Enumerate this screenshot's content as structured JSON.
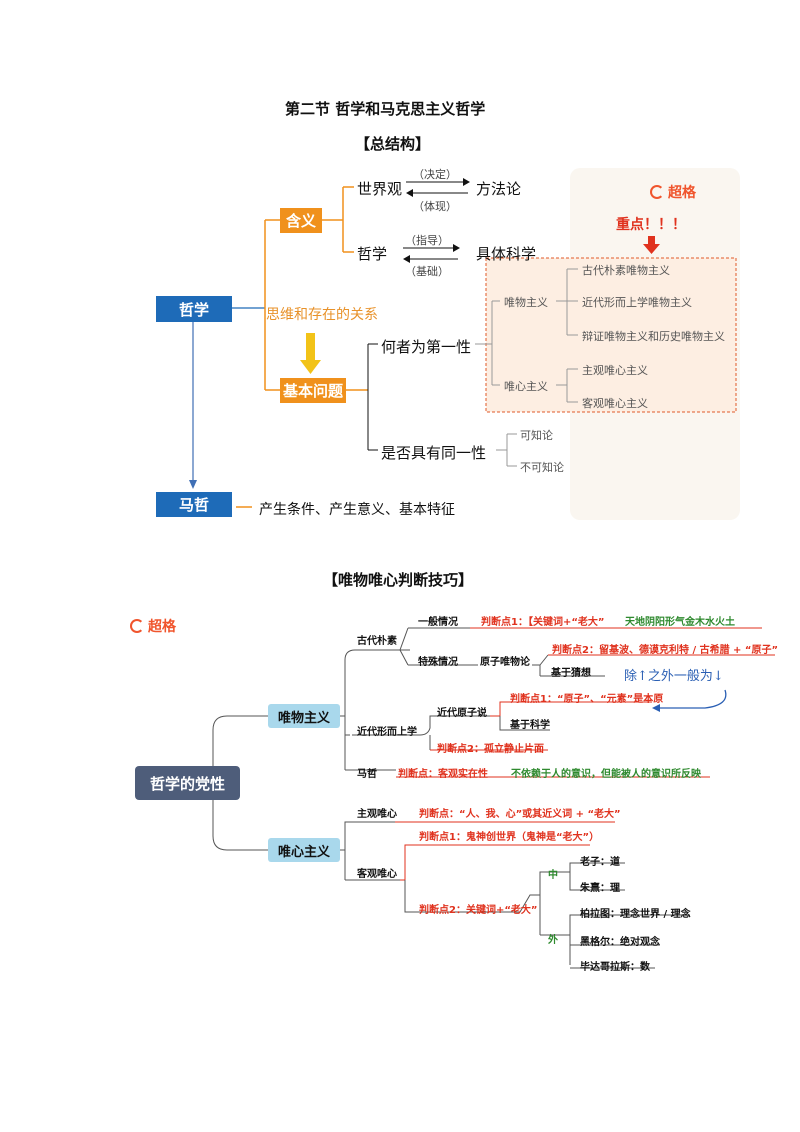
{
  "section1": {
    "title": "第二节  哲学和马克思主义哲学",
    "subtitle": "【总结构】",
    "logo": "超格",
    "root": "哲学",
    "meaning": "含义",
    "worldview": "世界观",
    "decide": "（决定）",
    "embody": "（体现）",
    "methodology": "方法论",
    "philosophy": "哲学",
    "guide": "（指导）",
    "basis": "（基础）",
    "concrete_science": "具体科学",
    "key_note": "重点！！！",
    "relation_note": "思维和存在的关系",
    "basic_question": "基本问题",
    "q1": "何者为第一性",
    "materialism": "唯物主义",
    "mat_items": [
      "古代朴素唯物主义",
      "近代形而上学唯物主义",
      "辩证唯物主义和历史唯物主义"
    ],
    "idealism": "唯心主义",
    "ide_items": [
      "主观唯心主义",
      "客观唯心主义"
    ],
    "q2": "是否具有同一性",
    "q2_items": [
      "可知论",
      "不可知论"
    ],
    "marxism": "马哲",
    "marxism_desc": "产生条件、产生意义、基本特征"
  },
  "section2": {
    "subtitle": "【唯物唯心判断技巧】",
    "logo": "超格",
    "root": "哲学的党性",
    "materialism": "唯物主义",
    "idealism": "唯心主义",
    "ancient": "古代朴素",
    "general": "一般情况",
    "g_judge": "判断点1：【关键词+“老大”",
    "g_example": "天地阴阳形气金木水火土",
    "special": "特殊情况",
    "atomism": "原子唯物论",
    "s_judge": "判断点2：留基波、德谟克利特 / 古希腊 + “原子”",
    "guess": "基于猜想",
    "note": "除↑之外一般为↓",
    "modern": "近代形而上学",
    "modern_atom": "近代原子说",
    "m_judge1": "判断点1：“原子”、“元素”是本原",
    "science": "基于科学",
    "m_judge2": "判断点2：孤立静止片面",
    "marx": "马哲",
    "marx_judge": "判断点：客观实在性",
    "marx_desc": "不依赖于人的意识，但能被人的意识所反映",
    "subjective": "主观唯心",
    "subj_judge": "判断点：“人、我、心”或其近义词 + “老大”",
    "objective": "客观唯心",
    "obj_judge1": "判断点1：鬼神创世界（鬼神是“老大”）",
    "obj_judge2": "判断点2：关键词+“老大”",
    "china": "中",
    "china_items": [
      "老子：道",
      "朱熹：理"
    ],
    "foreign": "外",
    "foreign_items": [
      "柏拉图：理念世界 / 理念",
      "黑格尔：绝对观念",
      "毕达哥拉斯：数"
    ]
  },
  "colors": {
    "blue": "#1e6bb8",
    "orange": "#f0911c",
    "red": "#e0321e",
    "green": "#2f8a2f",
    "cyan": "#a9d8ec",
    "slate": "#4e5d7a"
  }
}
